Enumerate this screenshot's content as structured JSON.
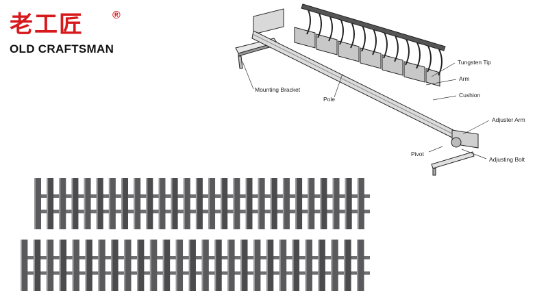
{
  "brand": {
    "name_cn": "老工匠",
    "name_en": "OLD CRAFTSMAN",
    "registered_mark": "®",
    "accent_color": "#d7191c"
  },
  "diagram": {
    "labels": {
      "tungsten_tip": "Tungsten Tip",
      "arm": "Arm",
      "cushion": "Cushion",
      "adjuster_arm": "Adjuster Arm",
      "mounting_bracket": "Mounting Bracket",
      "pole": "Pole",
      "pivot": "Pivot",
      "adjusting_bolt": "Adjusting Bolt"
    }
  },
  "product_photo": {
    "rows": 2,
    "blades_per_row": 27
  }
}
